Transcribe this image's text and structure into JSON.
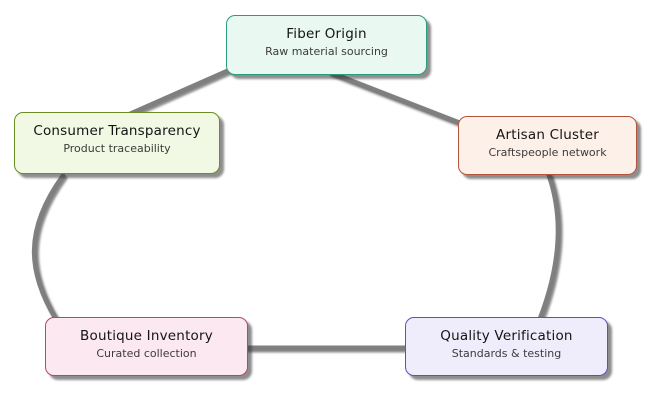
{
  "diagram": {
    "background_color": "#ffffff",
    "edge_color": "#7f7f7f",
    "nodes": [
      {
        "id": "fiber-origin",
        "title": "Fiber Origin",
        "subtitle": "Raw material sourcing",
        "fill": "#e9f8f0",
        "border": "#2a9d7c"
      },
      {
        "id": "artisan-cluster",
        "title": "Artisan Cluster",
        "subtitle": "Craftspeople network",
        "fill": "#fdf0e8",
        "border": "#b5543b"
      },
      {
        "id": "quality-verification",
        "title": "Quality Verification",
        "subtitle": "Standards & testing",
        "fill": "#efedfb",
        "border": "#5a50c8"
      },
      {
        "id": "boutique-inventory",
        "title": "Boutique Inventory",
        "subtitle": "Curated collection",
        "fill": "#fbe8f1",
        "border": "#b5476b"
      },
      {
        "id": "consumer-transparency",
        "title": "Consumer Transparency",
        "subtitle": "Product traceability",
        "fill": "#f1f8e3",
        "border": "#6b8e23"
      }
    ],
    "edges": [
      {
        "from": "fiber-origin",
        "to": "artisan-cluster"
      },
      {
        "from": "artisan-cluster",
        "to": "quality-verification"
      },
      {
        "from": "quality-verification",
        "to": "boutique-inventory"
      },
      {
        "from": "boutique-inventory",
        "to": "consumer-transparency"
      },
      {
        "from": "consumer-transparency",
        "to": "fiber-origin"
      }
    ]
  }
}
